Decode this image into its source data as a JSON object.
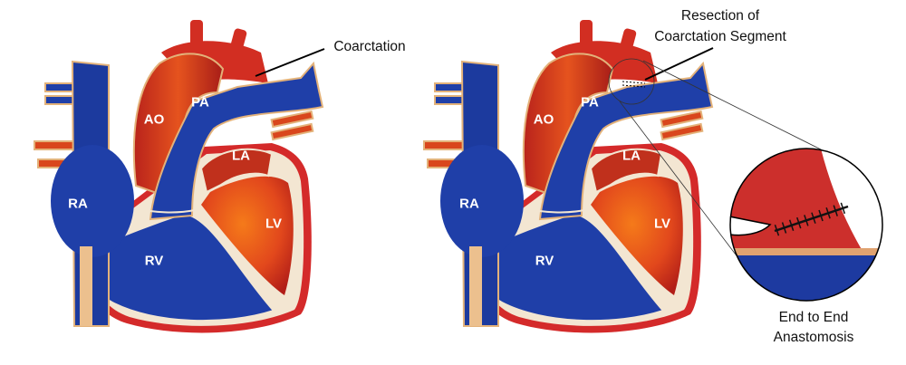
{
  "left_heart": {
    "labels": {
      "ao": "AO",
      "pa": "PA",
      "la": "LA",
      "lv": "LV",
      "ra": "RA",
      "rv": "RV"
    },
    "annotation": "Coarctation"
  },
  "right_heart": {
    "labels": {
      "ao": "AO",
      "pa": "PA",
      "la": "LA",
      "lv": "LV",
      "ra": "RA",
      "rv": "RV"
    },
    "annotation_line1": "Resection of",
    "annotation_line2": "Coarctation Segment"
  },
  "magnified_view": {
    "caption_line1": "End to End",
    "caption_line2": "Anastomosis"
  },
  "colors": {
    "oxygenated": "#d7301f",
    "deoxygenated": "#1f3fa8",
    "myocardium": "#f3e6d2",
    "outline": "#d42a2a"
  }
}
